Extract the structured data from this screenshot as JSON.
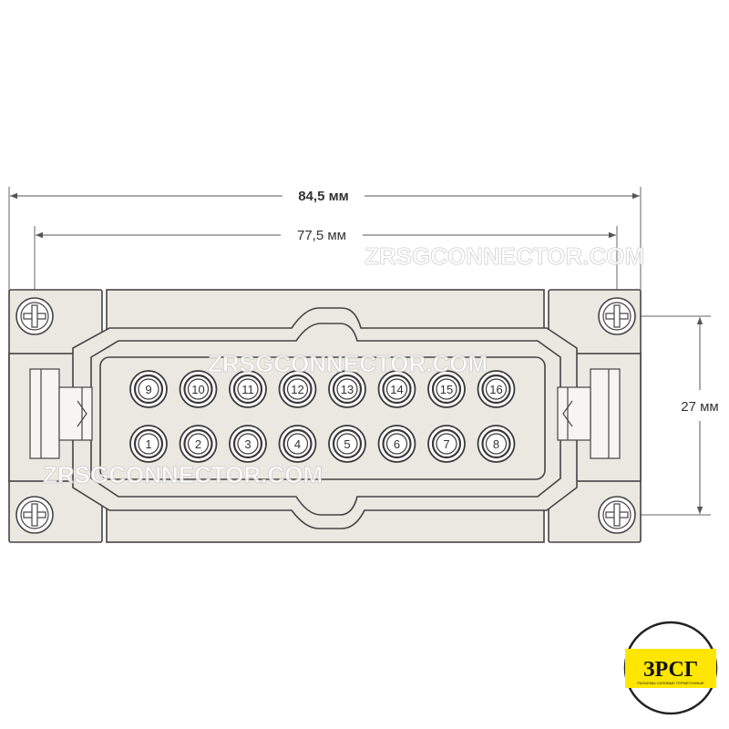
{
  "dimensions": {
    "overall_width": "84,5 мм",
    "mounting_width": "77,5 мм",
    "mounting_height": "27 мм"
  },
  "pins": {
    "top_row": [
      "9",
      "10",
      "11",
      "12",
      "13",
      "14",
      "15",
      "16"
    ],
    "bottom_row": [
      "1",
      "2",
      "3",
      "4",
      "5",
      "6",
      "7",
      "8"
    ]
  },
  "watermark": {
    "text": "ZRSGCONNECTOR.COM"
  },
  "logo": {
    "main": "ЗРСГ",
    "sub": "РАЗЪЕМЫ СИЛОВЫЕ ГЕРМЕТИЧНЫЕ",
    "accent_color": "#ffe600"
  },
  "colors": {
    "body_fill": "#ebe8e2",
    "outline": "#444444",
    "dimension_line": "#555555"
  }
}
